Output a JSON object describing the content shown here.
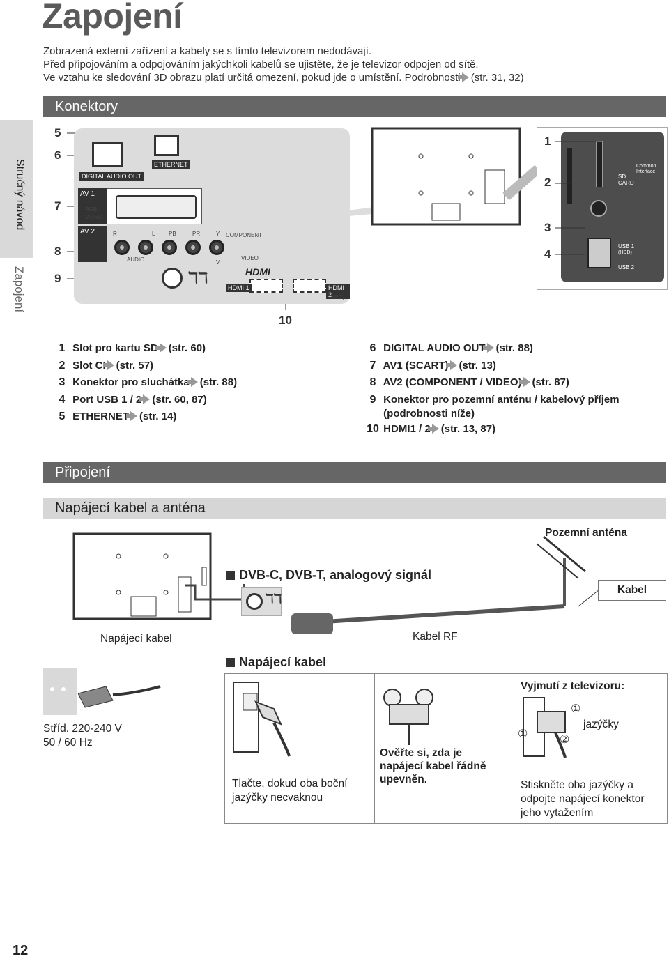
{
  "page": {
    "title": "Zapojení",
    "intro_line1": "Zobrazená externí zařízení a kabely se s tímto televizorem nedodávají.",
    "intro_line2": "Před připojováním a odpojováním jakýchkoli kabelů se ujistěte, že je televizor odpojen od sítě.",
    "intro_line3": "Ve vztahu ke sledování 3D obrazu platí určitá omezení, pokud jde o umístění. Podrobnosti",
    "intro_ref": "(str. 31, 32)",
    "page_number": "12"
  },
  "side_tabs": {
    "tab1": "Stručný návod",
    "tab2": "Zapojení"
  },
  "sections": {
    "konektory": "Konektory",
    "pripojeni": "Připojení",
    "napajeci_antena": "Napájecí kabel a anténa"
  },
  "panel_labels": {
    "digital_audio_out": "DIGITAL AUDIO OUT",
    "ethernet": "ETHERNET",
    "av1": "AV 1",
    "rgb": "RGB",
    "video_small": "VIDEO",
    "av2": "AV 2",
    "r": "R",
    "l": "L",
    "pb": "PB",
    "pr": "PR",
    "y": "Y",
    "component": "COMPONENT",
    "audio": "AUDIO",
    "v": "V",
    "video": "VIDEO",
    "hdmi_logo": "HDMI",
    "hdmi1": "HDMI 1",
    "hdmi2": "HDMI 2",
    "arc": "(ARC)",
    "sd_card": "SD CARD",
    "common_interface": "Common Interface",
    "usb1": "USB 1",
    "hdd": "(HDD)",
    "usb2": "USB 2"
  },
  "callouts": [
    "1",
    "2",
    "3",
    "4",
    "5",
    "6",
    "7",
    "8",
    "9",
    "10"
  ],
  "connectors_left": [
    {
      "n": "1",
      "text": "Slot pro kartu SD",
      "ref": "(str. 60)"
    },
    {
      "n": "2",
      "text": "Slot CI",
      "ref": "(str. 57)"
    },
    {
      "n": "3",
      "text": "Konektor pro sluchátka",
      "ref": "(str. 88)"
    },
    {
      "n": "4",
      "text": "Port USB 1 / 2",
      "ref": "(str. 60, 87)"
    },
    {
      "n": "5",
      "text": "ETHERNET",
      "ref": "(str. 14)"
    }
  ],
  "connectors_right": [
    {
      "n": "6",
      "text": "DIGITAL AUDIO OUT",
      "ref": "(str. 88)"
    },
    {
      "n": "7",
      "text": "AV1 (SCART)",
      "ref": "(str. 13)"
    },
    {
      "n": "8",
      "text": "AV2 (COMPONENT / VIDEO)",
      "ref": "(str. 87)"
    },
    {
      "n": "9",
      "text": "Konektor pro pozemní anténu / kabelový příjem",
      "text2": "(podrobnosti níže)"
    },
    {
      "n": "10",
      "text": "HDMI1 / 2",
      "ref": "(str. 13, 87)"
    }
  ],
  "connection": {
    "pozemni_antena": "Pozemní anténa",
    "dvb_heading": "DVB-C, DVB-T, analogový signál",
    "kabel": "Kabel",
    "napajeci_kabel_label": "Napájecí kabel",
    "kabel_rf": "Kabel RF",
    "napajeci_kabel_heading": "Napájecí kabel",
    "strid1": "Stříd. 220-240 V",
    "strid2": "50 / 60 Hz",
    "vyjmuti": "Vyjmutí z televizoru:",
    "jazycky": "jazýčky",
    "step1_line1": "Tlačte, dokud oba boční",
    "step1_line2": "jazýčky necvaknou",
    "step2_line1": "Ověřte si, zda je",
    "step2_line2": "napájecí kabel řádně",
    "step2_line3": "upevněn.",
    "step3_line1": "Stiskněte oba jazýčky a",
    "step3_line2": "odpojte napájecí konektor",
    "step3_line3": "jeho vytažením",
    "circ1": "①",
    "circ2": "②"
  },
  "colors": {
    "section_bar": "#666666",
    "sub_bar": "#d6d6d6",
    "panel": "#dcdcdc",
    "arrow": "#999999"
  }
}
